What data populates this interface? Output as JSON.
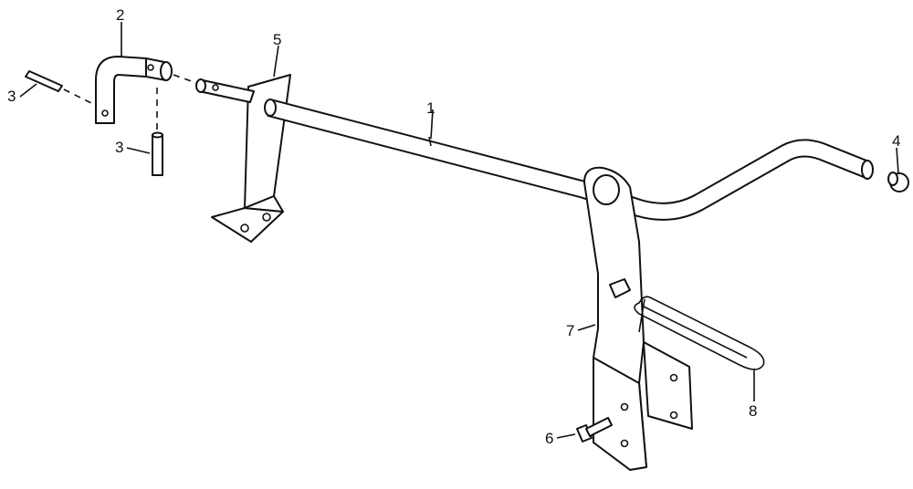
{
  "callouts": {
    "rod": "1",
    "elbow": "2",
    "pin_upper": "3",
    "pin_lower": "3",
    "plug": "4",
    "left_bracket": "5",
    "bolt": "6",
    "lever_bracket": "7",
    "spring_clip": "8"
  },
  "colors": {
    "line": "#111111",
    "background": "#ffffff"
  }
}
